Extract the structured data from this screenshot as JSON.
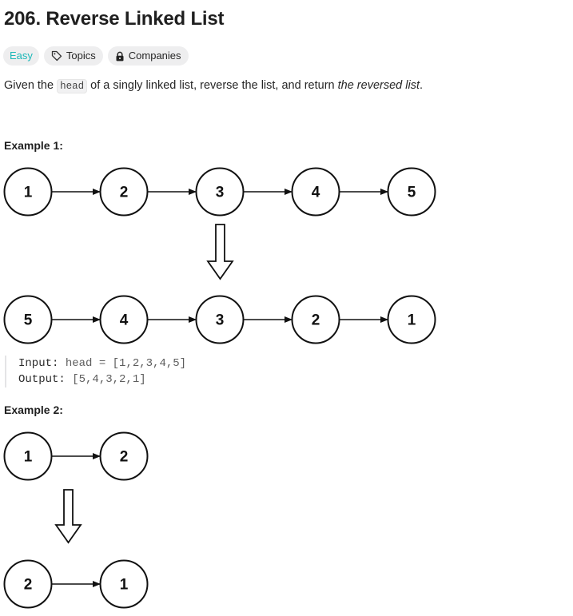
{
  "problem": {
    "title": "206. Reverse Linked List",
    "difficulty": "Easy",
    "topics_label": "Topics",
    "companies_label": "Companies"
  },
  "description": {
    "prefix": "Given the ",
    "code": "head",
    "middle": " of a singly linked list, reverse the list, and return ",
    "emphasis": "the reversed list",
    "suffix": "."
  },
  "examples": [
    {
      "title": "Example 1:",
      "input_label": "Input:",
      "input_value": "head = [1,2,3,4,5]",
      "output_label": "Output:",
      "output_value": "[5,4,3,2,1]",
      "before": [
        "1",
        "2",
        "3",
        "4",
        "5"
      ],
      "after": [
        "5",
        "4",
        "3",
        "2",
        "1"
      ]
    },
    {
      "title": "Example 2:",
      "before": [
        "1",
        "2"
      ],
      "after": [
        "2",
        "1"
      ]
    }
  ],
  "colors": {
    "easy": "#1cb8b8",
    "tag_bg": "#eeeeef",
    "text": "#262626"
  },
  "icons": [
    "tag-icon",
    "lock-icon",
    "down-arrow-icon",
    "right-arrow-icon"
  ]
}
